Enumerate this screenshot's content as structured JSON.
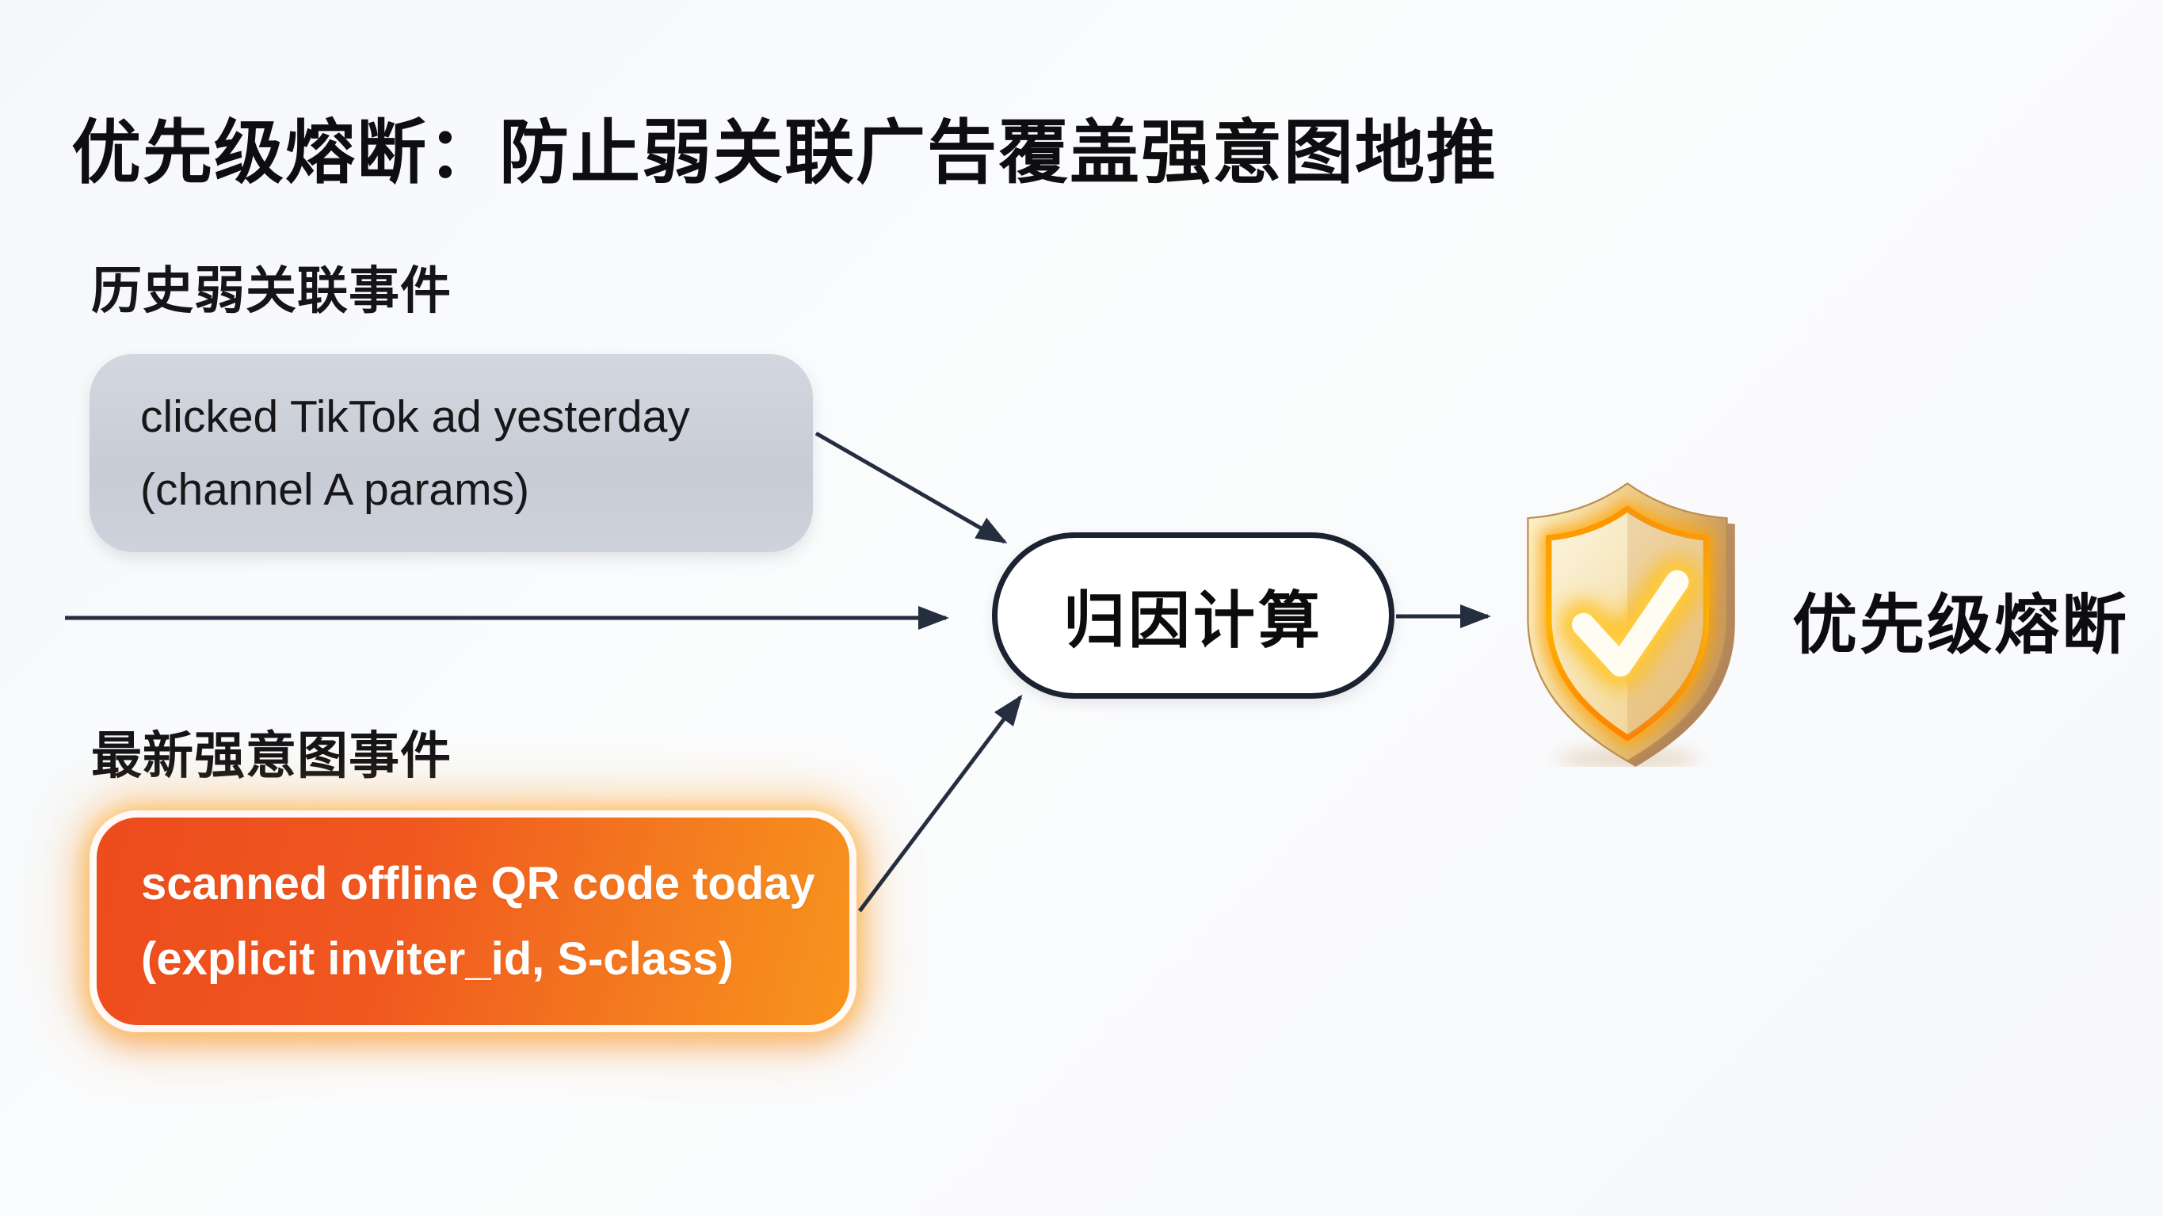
{
  "title": "优先级熔断：防止弱关联广告覆盖强意图地推",
  "weak_section": {
    "label": "历史弱关联事件",
    "card": {
      "line1": "clicked TikTok ad yesterday",
      "line2": "(channel A params)"
    }
  },
  "strong_section": {
    "label": "最新强意图事件",
    "card": {
      "line1": "scanned offline QR code today",
      "line2": "(explicit inviter_id, S-class)"
    }
  },
  "attribution_node": {
    "label": "归因计算"
  },
  "result": {
    "label": "优先级熔断",
    "icon": "shield-check-icon"
  },
  "colors": {
    "background": "#f8f9fb",
    "title_text": "#0e0e10",
    "weak_card_bg": "#cbd0d9",
    "weak_card_text": "#17171a",
    "strong_card_gradient_start": "#ed4b1d",
    "strong_card_gradient_end": "#f8941d",
    "strong_card_border": "#ffffff",
    "strong_card_text": "#ffffff",
    "node_fill": "#ffffff",
    "node_border": "#1b2330",
    "arrow": "#242e3e",
    "shield_gold": "#e7c277",
    "shield_ring": "#ff8a00",
    "check_glow": "#ffc400"
  }
}
